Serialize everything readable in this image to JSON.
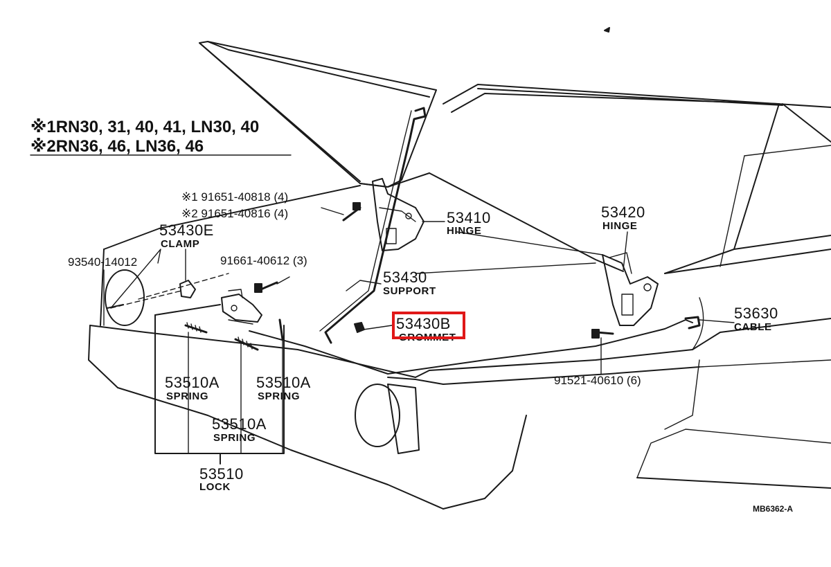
{
  "legend": {
    "note1_mark": "※1",
    "note1_models": "RN30, 31, 40, 41, LN30, 40",
    "note2_mark": "※2",
    "note2_models": "RN36, 46, LN36, 46"
  },
  "parts": {
    "bolt_note1": "※1 91651-40818 (4)",
    "bolt_note2": "※2 91651-40816 (4)",
    "clamp_number": "53430E",
    "clamp_name": "CLAMP",
    "screw_number": "93540-14012",
    "bolt_lock": "91661-40612 (3)",
    "hinge_left_number": "53410",
    "hinge_left_name": "HINGE",
    "hinge_right_number": "53420",
    "hinge_right_name": "HINGE",
    "support_number": "53430",
    "support_name": "SUPPORT",
    "grommet_number": "53430B",
    "grommet_name": "GROMMET",
    "cable_number": "53630",
    "cable_name": "CABLE",
    "bolt_cable": "91521-40610 (6)",
    "spring_left_number": "53510A",
    "spring_left_name": "SPRING",
    "spring_mid_number": "53510A",
    "spring_mid_name": "SPRING",
    "spring_bottom_number": "53510A",
    "spring_bottom_name": "SPRING",
    "lock_number": "53510",
    "lock_name": "LOCK"
  },
  "highlight": {
    "target": "53430B",
    "color": "#e01818"
  },
  "figure_ref": "MB6362-A"
}
